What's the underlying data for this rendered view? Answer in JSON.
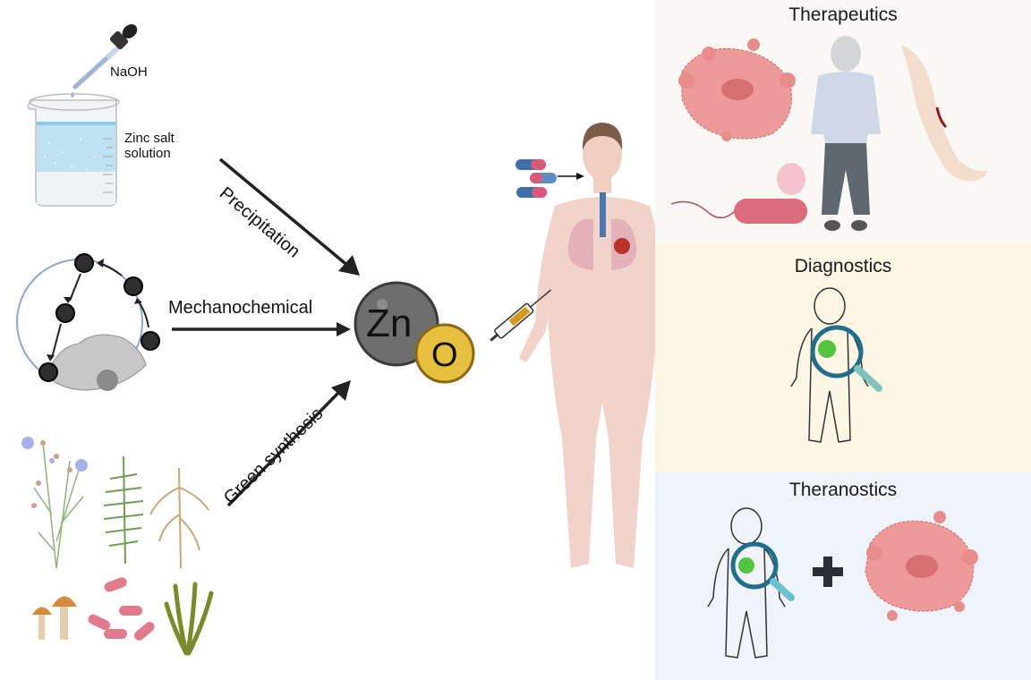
{
  "methods": {
    "precipitation": {
      "reagent_label": "NaOH",
      "solution_label_line1": "Zinc salt",
      "solution_label_line2": "solution",
      "arrow_label": "Precipitation"
    },
    "mechanochemical": {
      "arrow_label": "Mechanochemical"
    },
    "green_synthesis": {
      "arrow_label": "Green synthesis"
    }
  },
  "product": {
    "metal_symbol": "Zn",
    "oxygen_symbol": "O"
  },
  "applications": {
    "therapeutics": {
      "title": "Therapeutics",
      "bg": "#f9f8f4"
    },
    "diagnostics": {
      "title": "Diagnostics",
      "bg": "#fdf6e4"
    },
    "theranostics": {
      "title": "Theranostics",
      "bg": "#eff3fb"
    }
  }
}
